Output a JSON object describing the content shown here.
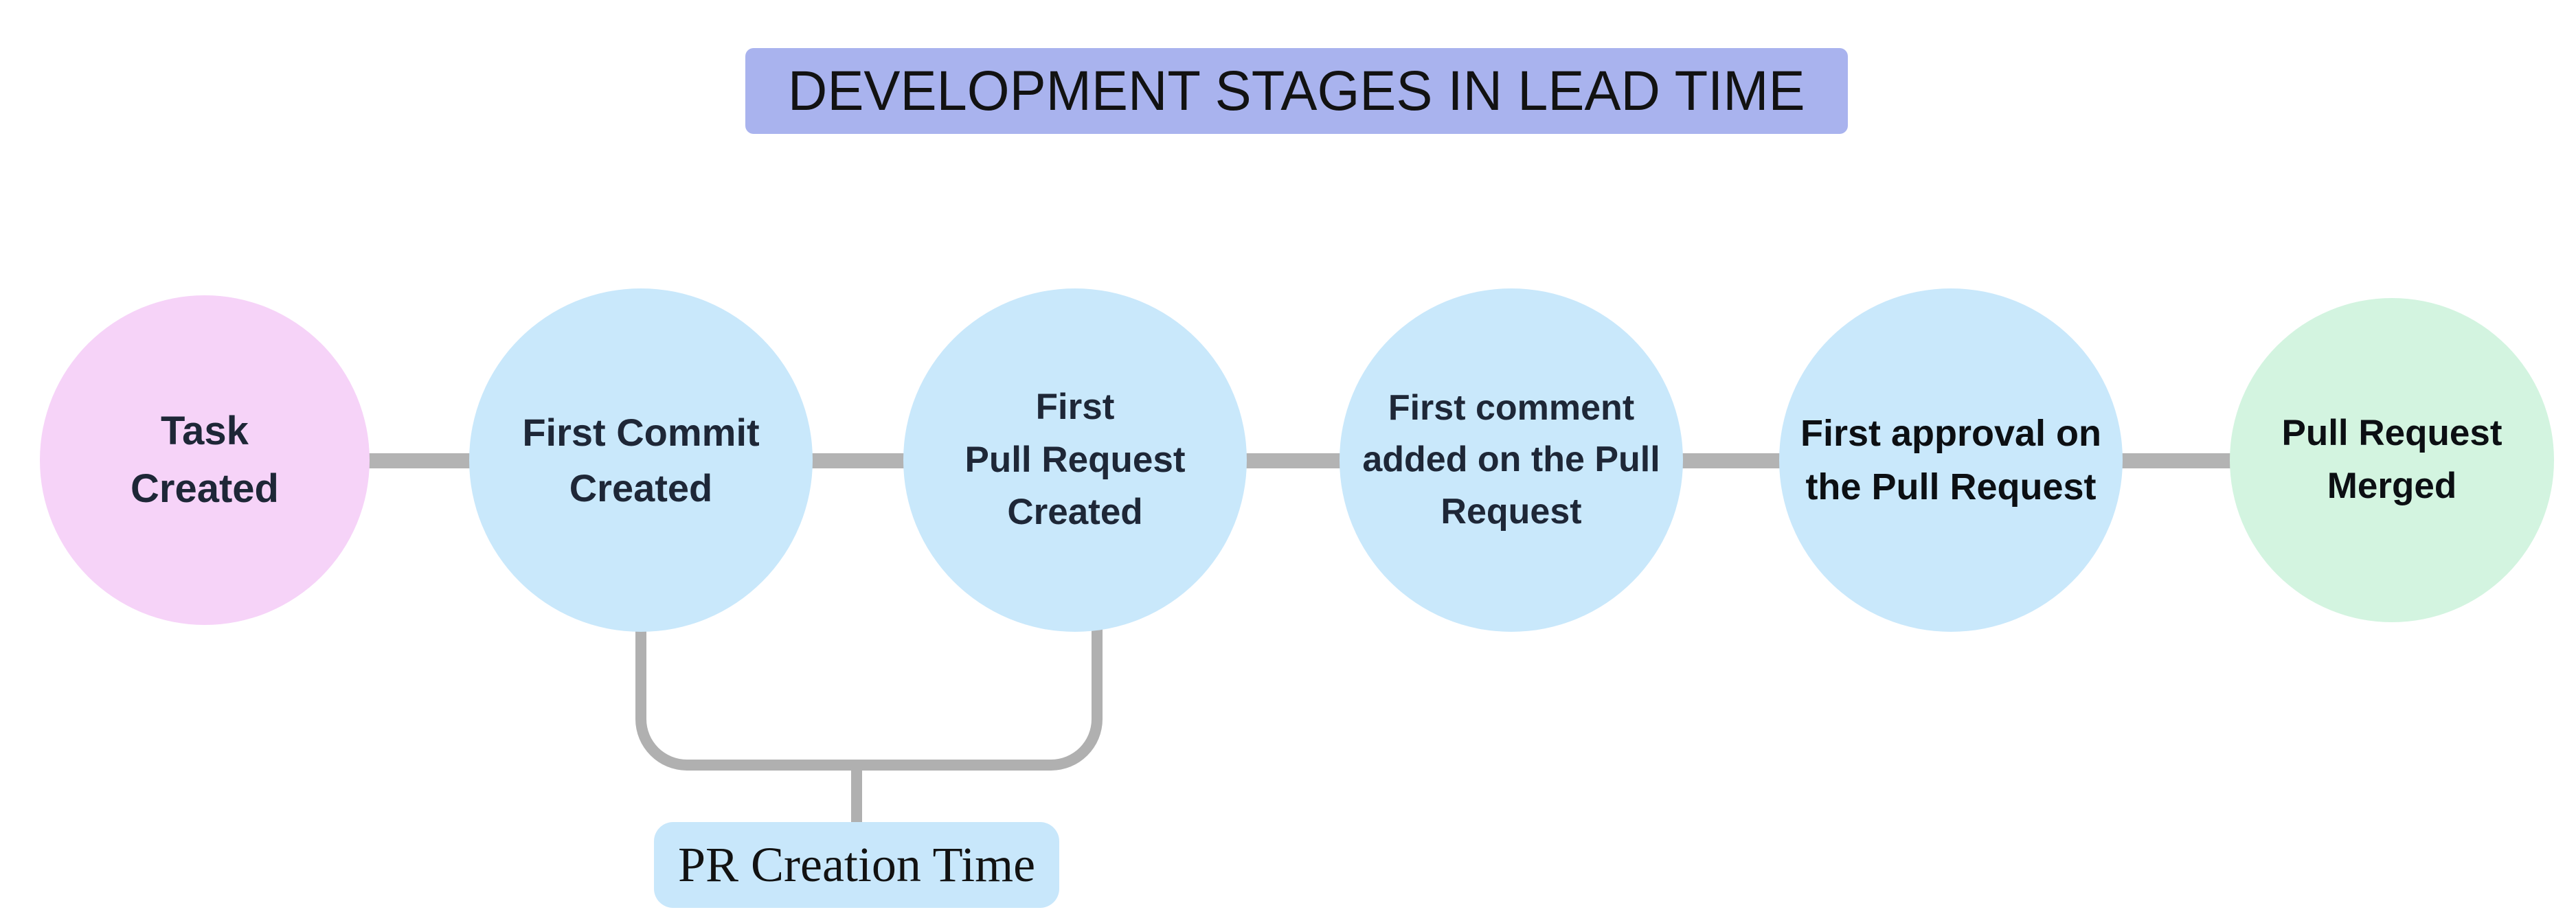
{
  "title": {
    "text": "DEVELOPMENT STAGES IN LEAD TIME",
    "background": "#a9b3ee",
    "text_color": "#121212"
  },
  "stages": [
    {
      "label": "Task\nCreated",
      "fill": "#f6d3f8",
      "text_color": "#1e2737"
    },
    {
      "label": "First Commit\nCreated",
      "fill": "#c9e8fb",
      "text_color": "#1e2737"
    },
    {
      "label": "First\nPull Request\nCreated",
      "fill": "#c9e8fb",
      "text_color": "#1e2737"
    },
    {
      "label": "First comment\nadded on the Pull\nRequest",
      "fill": "#c9e8fb",
      "text_color": "#1e2737"
    },
    {
      "label": "First approval on\nthe Pull Request",
      "fill": "#c9e8fb",
      "text_color": "#0c0f13"
    },
    {
      "label": "Pull Request\nMerged",
      "fill": "#d3f4e0",
      "text_color": "#0c0f13"
    }
  ],
  "connector": {
    "color": "#b3b3b3"
  },
  "bracket": {
    "color": "#b0b0b0",
    "label": "PR Creation Time",
    "label_background": "#c8e7fb",
    "label_text_color": "#121212"
  }
}
